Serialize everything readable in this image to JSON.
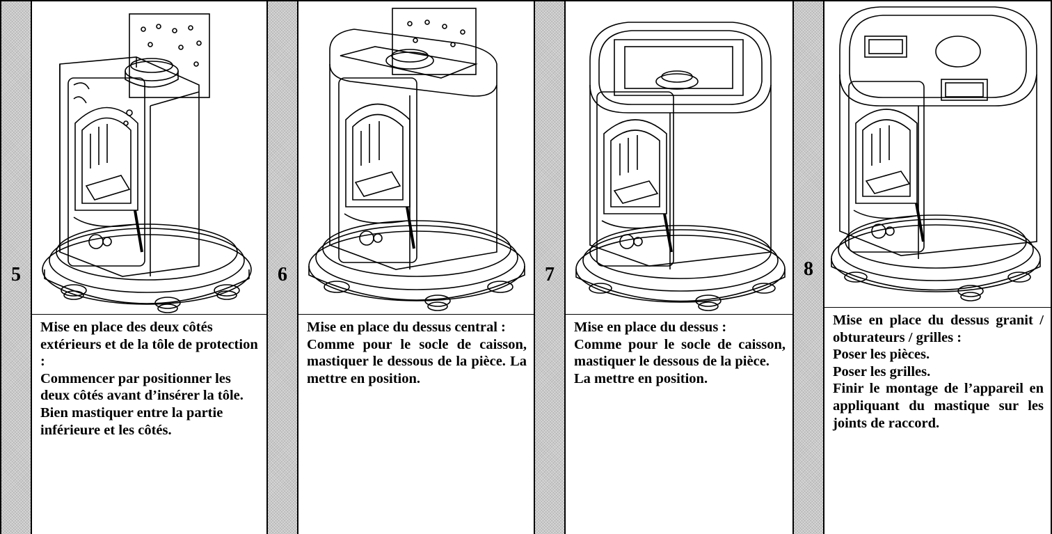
{
  "steps": [
    {
      "number": "5",
      "lines": [
        "Mise en place des deux côtés extérieurs et de la tôle de protection :",
        "Commencer par positionner les deux côtés avant d’insérer la tôle.",
        "Bien mastiquer entre la partie inférieure et les côtés."
      ]
    },
    {
      "number": "6",
      "lines": [
        "Mise en place du dessus central :",
        "Comme pour le socle de caisson, mastiquer le dessous de la pièce. La mettre en position."
      ]
    },
    {
      "number": "7",
      "lines": [
        "Mise en place du dessus :",
        "Comme pour le socle de caisson, mastiquer le dessous de la pièce.",
        "La mettre en position."
      ]
    },
    {
      "number": "8",
      "lines": [
        "Mise en place du dessus granit / obturateurs / grilles :",
        "Poser les pièces.",
        "Poser les grilles.",
        "Finir le montage de l’appareil en appliquant du mastique sur les joints de raccord."
      ]
    }
  ]
}
